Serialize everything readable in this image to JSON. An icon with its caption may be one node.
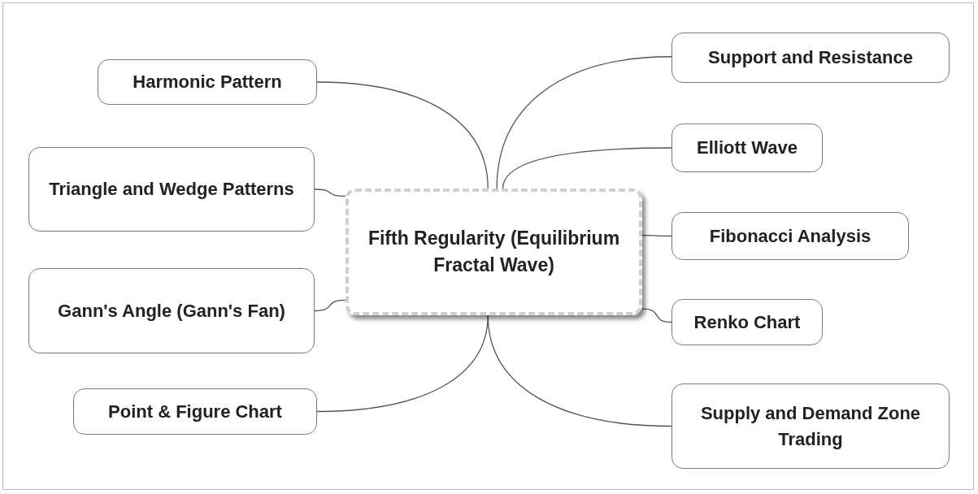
{
  "diagram": {
    "nodes": [
      {
        "text": [
          "Fifth Regularity (Equilibrium Fractal Wave)"
        ]
      },
      {
        "text": [
          "Support and Resistance"
        ]
      },
      {
        "text": [
          "Harmonic Pattern"
        ]
      },
      {
        "text": [
          "Elliott Wave"
        ]
      },
      {
        "text": [
          "Triangle and Wedge Patterns"
        ]
      },
      {
        "text": [
          "Fibonacci Analysis"
        ]
      },
      {
        "text": [
          "Gann's Angle (Gann's Fan)"
        ]
      },
      {
        "text": [
          "Renko Chart"
        ]
      },
      {
        "text": [
          "Supply and Demand Zone Trading"
        ]
      },
      {
        "text": [
          "Point & Figure Chart"
        ]
      }
    ],
    "edges": [
      {
        "from": 0,
        "to": 1,
        "arrow": "none"
      },
      {
        "from": 0,
        "to": 2,
        "arrow": "none"
      },
      {
        "from": 0,
        "to": 3,
        "arrow": "none"
      },
      {
        "from": 0,
        "to": 4,
        "arrow": "none"
      },
      {
        "from": 0,
        "to": 5,
        "arrow": "none"
      },
      {
        "from": 0,
        "to": 6,
        "arrow": "none"
      },
      {
        "from": 0,
        "to": 7,
        "arrow": "none"
      },
      {
        "from": 0,
        "to": 8,
        "arrow": "none"
      },
      {
        "from": 0,
        "to": 9,
        "arrow": "none"
      }
    ]
  }
}
